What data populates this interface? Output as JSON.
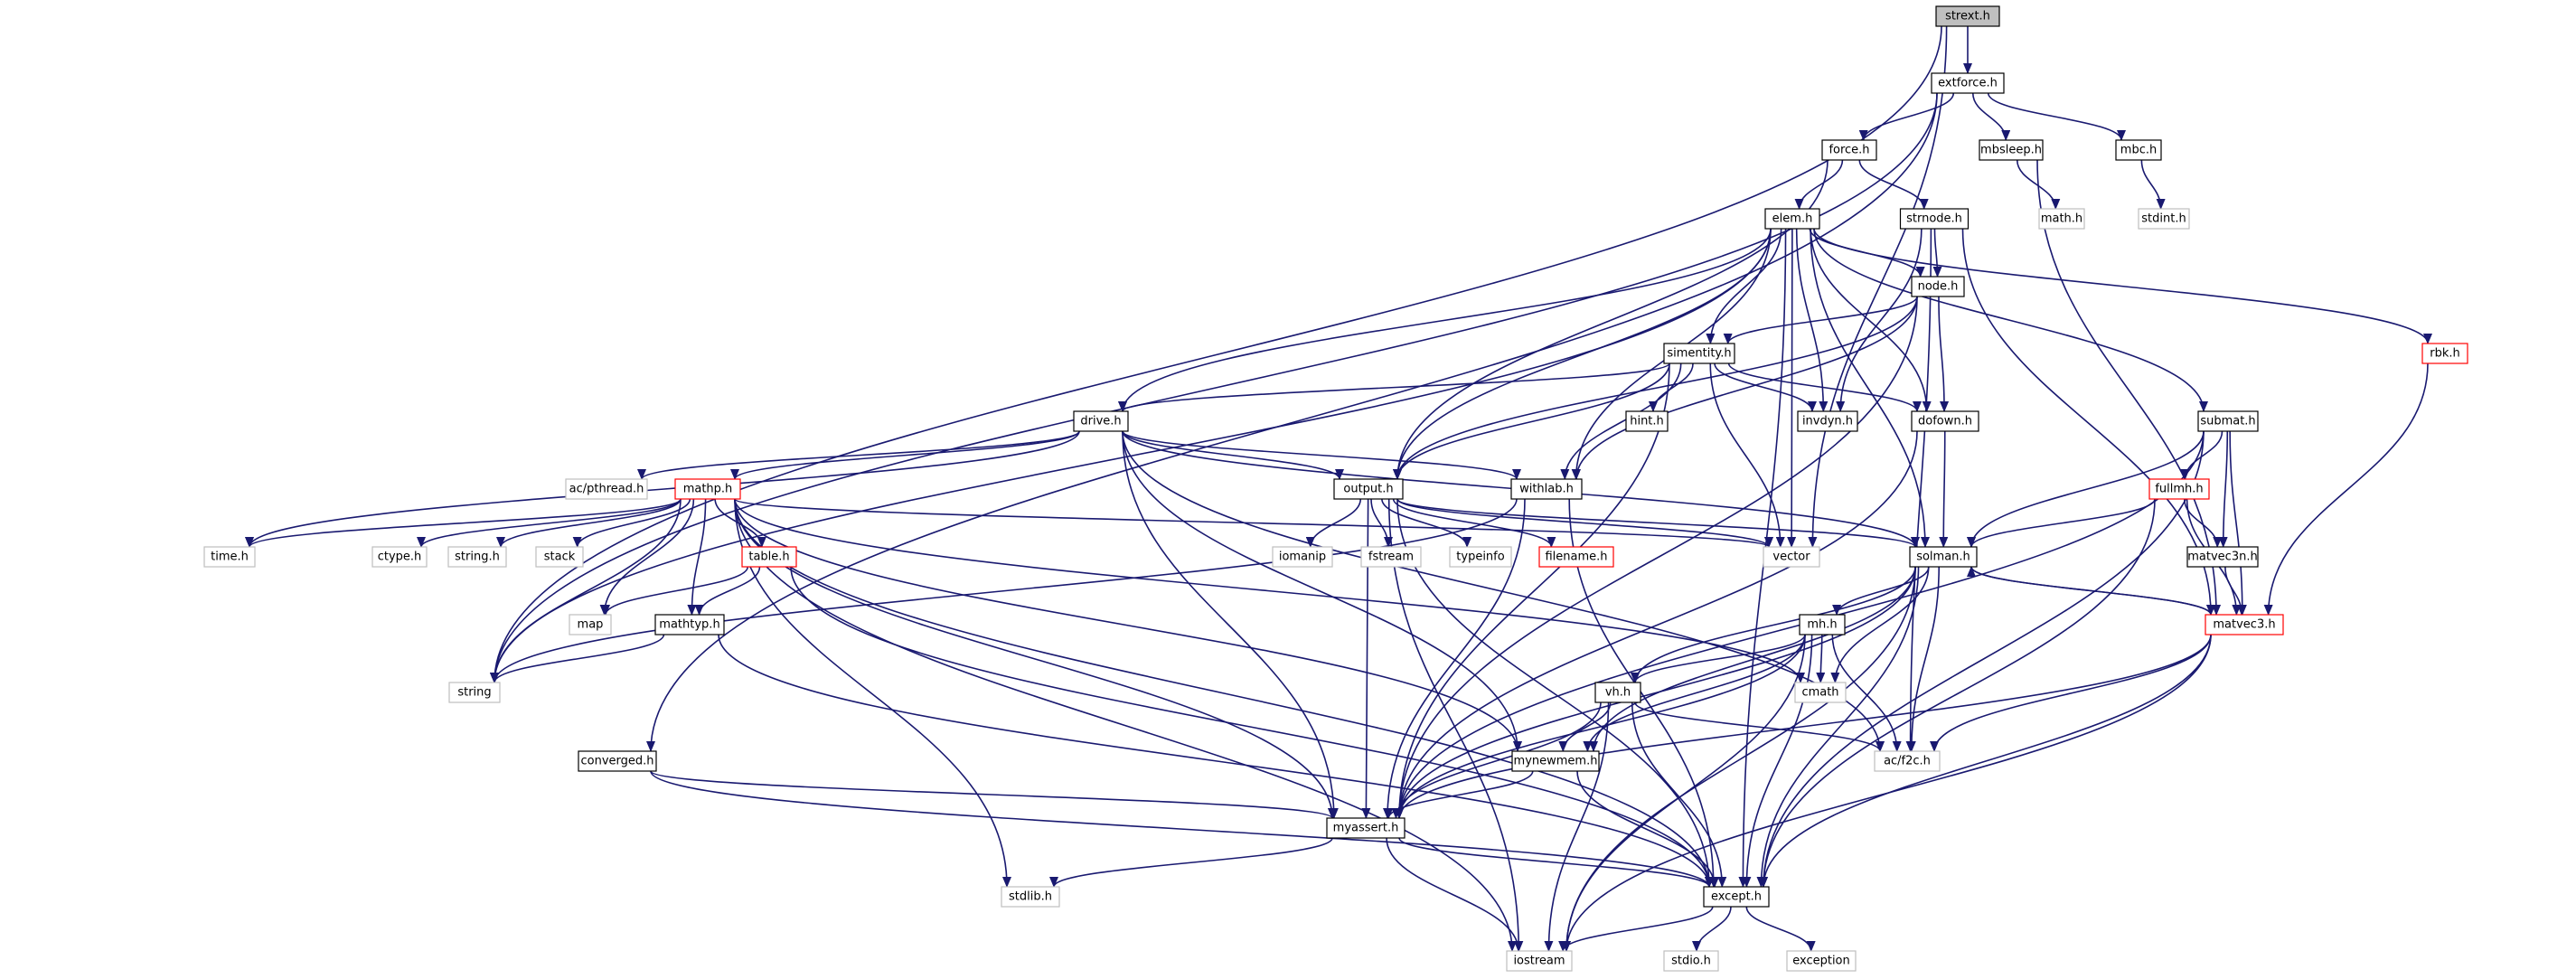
{
  "graph": {
    "colors": {
      "edge": "#191970",
      "border_normal": "#000000",
      "border_truncated": "#ff0000",
      "border_external": "#bfbfbf",
      "root_fill": "#bfbfbf",
      "background": "#ffffff"
    },
    "nodes": [
      {
        "id": "strext",
        "label": "strext.h",
        "kind": "root"
      },
      {
        "id": "extforce",
        "label": "extforce.h",
        "kind": "normal"
      },
      {
        "id": "force",
        "label": "force.h",
        "kind": "normal"
      },
      {
        "id": "mbsleep",
        "label": "mbsleep.h",
        "kind": "normal"
      },
      {
        "id": "mbc",
        "label": "mbc.h",
        "kind": "normal"
      },
      {
        "id": "elem",
        "label": "elem.h",
        "kind": "normal"
      },
      {
        "id": "strnode",
        "label": "strnode.h",
        "kind": "normal"
      },
      {
        "id": "math",
        "label": "math.h",
        "kind": "external"
      },
      {
        "id": "stdint",
        "label": "stdint.h",
        "kind": "external"
      },
      {
        "id": "node",
        "label": "node.h",
        "kind": "normal"
      },
      {
        "id": "simentity",
        "label": "simentity.h",
        "kind": "normal"
      },
      {
        "id": "rbk",
        "label": "rbk.h",
        "kind": "truncated"
      },
      {
        "id": "drive",
        "label": "drive.h",
        "kind": "normal"
      },
      {
        "id": "hint",
        "label": "hint.h",
        "kind": "normal"
      },
      {
        "id": "invdyn",
        "label": "invdyn.h",
        "kind": "normal"
      },
      {
        "id": "dofown",
        "label": "dofown.h",
        "kind": "normal"
      },
      {
        "id": "submat",
        "label": "submat.h",
        "kind": "normal"
      },
      {
        "id": "pthread",
        "label": "ac/pthread.h",
        "kind": "external"
      },
      {
        "id": "mathp",
        "label": "mathp.h",
        "kind": "truncated"
      },
      {
        "id": "output",
        "label": "output.h",
        "kind": "normal"
      },
      {
        "id": "withlab",
        "label": "withlab.h",
        "kind": "normal"
      },
      {
        "id": "fullmh",
        "label": "fullmh.h",
        "kind": "truncated"
      },
      {
        "id": "time",
        "label": "time.h",
        "kind": "external"
      },
      {
        "id": "ctype",
        "label": "ctype.h",
        "kind": "external"
      },
      {
        "id": "string_h",
        "label": "string.h",
        "kind": "external"
      },
      {
        "id": "stack",
        "label": "stack",
        "kind": "external"
      },
      {
        "id": "table",
        "label": "table.h",
        "kind": "truncated"
      },
      {
        "id": "iomanip",
        "label": "iomanip",
        "kind": "external"
      },
      {
        "id": "fstream",
        "label": "fstream",
        "kind": "external"
      },
      {
        "id": "typeinfo",
        "label": "typeinfo",
        "kind": "external"
      },
      {
        "id": "filename",
        "label": "filename.h",
        "kind": "truncated"
      },
      {
        "id": "vector",
        "label": "vector",
        "kind": "external"
      },
      {
        "id": "solman",
        "label": "solman.h",
        "kind": "normal"
      },
      {
        "id": "matvec3n",
        "label": "matvec3n.h",
        "kind": "normal"
      },
      {
        "id": "map",
        "label": "map",
        "kind": "external"
      },
      {
        "id": "mathtyp",
        "label": "mathtyp.h",
        "kind": "normal"
      },
      {
        "id": "mh",
        "label": "mh.h",
        "kind": "normal"
      },
      {
        "id": "matvec3",
        "label": "matvec3.h",
        "kind": "truncated"
      },
      {
        "id": "string",
        "label": "string",
        "kind": "external"
      },
      {
        "id": "cmath",
        "label": "cmath",
        "kind": "external"
      },
      {
        "id": "vh",
        "label": "vh.h",
        "kind": "normal"
      },
      {
        "id": "converged",
        "label": "converged.h",
        "kind": "normal"
      },
      {
        "id": "mynewmem",
        "label": "mynewmem.h",
        "kind": "normal"
      },
      {
        "id": "f2c",
        "label": "ac/f2c.h",
        "kind": "external"
      },
      {
        "id": "myassert",
        "label": "myassert.h",
        "kind": "normal"
      },
      {
        "id": "stdlib",
        "label": "stdlib.h",
        "kind": "external"
      },
      {
        "id": "except",
        "label": "except.h",
        "kind": "normal"
      },
      {
        "id": "iostream",
        "label": "iostream",
        "kind": "external"
      },
      {
        "id": "stdio",
        "label": "stdio.h",
        "kind": "external"
      },
      {
        "id": "exception",
        "label": "exception",
        "kind": "external"
      }
    ],
    "edges": [
      [
        "strext",
        "extforce"
      ],
      [
        "strext",
        "string"
      ],
      [
        "strext",
        "vector"
      ],
      [
        "extforce",
        "force"
      ],
      [
        "extforce",
        "mbsleep"
      ],
      [
        "extforce",
        "mbc"
      ],
      [
        "extforce",
        "string"
      ],
      [
        "extforce",
        "converged"
      ],
      [
        "force",
        "elem"
      ],
      [
        "force",
        "strnode"
      ],
      [
        "force",
        "output"
      ],
      [
        "mbsleep",
        "math"
      ],
      [
        "mbsleep",
        "matvec3"
      ],
      [
        "mbc",
        "stdint"
      ],
      [
        "elem",
        "node"
      ],
      [
        "elem",
        "simentity"
      ],
      [
        "elem",
        "drive"
      ],
      [
        "elem",
        "output"
      ],
      [
        "elem",
        "withlab"
      ],
      [
        "elem",
        "invdyn"
      ],
      [
        "elem",
        "dofown"
      ],
      [
        "elem",
        "submat"
      ],
      [
        "elem",
        "rbk"
      ],
      [
        "elem",
        "solman"
      ],
      [
        "elem",
        "vector"
      ],
      [
        "elem",
        "except"
      ],
      [
        "elem",
        "string"
      ],
      [
        "strnode",
        "node"
      ],
      [
        "strnode",
        "invdyn"
      ],
      [
        "strnode",
        "matvec3"
      ],
      [
        "strnode",
        "f2c"
      ],
      [
        "node",
        "simentity"
      ],
      [
        "node",
        "dofown"
      ],
      [
        "node",
        "withlab"
      ],
      [
        "node",
        "output"
      ],
      [
        "node",
        "myassert"
      ],
      [
        "simentity",
        "drive"
      ],
      [
        "simentity",
        "output"
      ],
      [
        "simentity",
        "withlab"
      ],
      [
        "simentity",
        "hint"
      ],
      [
        "simentity",
        "invdyn"
      ],
      [
        "simentity",
        "dofown"
      ],
      [
        "simentity",
        "vector"
      ],
      [
        "simentity",
        "myassert"
      ],
      [
        "rbk",
        "matvec3"
      ],
      [
        "drive",
        "mathp"
      ],
      [
        "drive",
        "output"
      ],
      [
        "drive",
        "withlab"
      ],
      [
        "drive",
        "solman"
      ],
      [
        "drive",
        "pthread"
      ],
      [
        "drive",
        "time"
      ],
      [
        "drive",
        "myassert"
      ],
      [
        "drive",
        "mynewmem"
      ],
      [
        "drive",
        "f2c"
      ],
      [
        "dofown",
        "myassert"
      ],
      [
        "dofown",
        "solman"
      ],
      [
        "submat",
        "solman"
      ],
      [
        "submat",
        "fullmh"
      ],
      [
        "submat",
        "matvec3n"
      ],
      [
        "submat",
        "matvec3"
      ],
      [
        "submat",
        "myassert"
      ],
      [
        "submat",
        "except"
      ],
      [
        "mathp",
        "table"
      ],
      [
        "mathp",
        "mathtyp"
      ],
      [
        "mathp",
        "time"
      ],
      [
        "mathp",
        "ctype"
      ],
      [
        "mathp",
        "string_h"
      ],
      [
        "mathp",
        "stack"
      ],
      [
        "mathp",
        "map"
      ],
      [
        "mathp",
        "string"
      ],
      [
        "mathp",
        "vector"
      ],
      [
        "mathp",
        "cmath"
      ],
      [
        "mathp",
        "iostream"
      ],
      [
        "mathp",
        "stdlib"
      ],
      [
        "mathp",
        "except"
      ],
      [
        "mathp",
        "myassert"
      ],
      [
        "mathp",
        "mynewmem"
      ],
      [
        "output",
        "solman"
      ],
      [
        "output",
        "iomanip"
      ],
      [
        "output",
        "fstream"
      ],
      [
        "output",
        "typeinfo"
      ],
      [
        "output",
        "filename"
      ],
      [
        "output",
        "vector"
      ],
      [
        "output",
        "iostream"
      ],
      [
        "output",
        "myassert"
      ],
      [
        "output",
        "except"
      ],
      [
        "withlab",
        "string"
      ],
      [
        "withlab",
        "myassert"
      ],
      [
        "withlab",
        "except"
      ],
      [
        "fullmh",
        "solman"
      ],
      [
        "fullmh",
        "matvec3n"
      ],
      [
        "fullmh",
        "matvec3"
      ],
      [
        "fullmh",
        "except"
      ],
      [
        "table",
        "map"
      ],
      [
        "table",
        "mathtyp"
      ],
      [
        "table",
        "except"
      ],
      [
        "solman",
        "mh"
      ],
      [
        "solman",
        "vh"
      ],
      [
        "solman",
        "matvec3"
      ],
      [
        "solman",
        "cmath"
      ],
      [
        "solman",
        "mynewmem"
      ],
      [
        "solman",
        "f2c"
      ],
      [
        "solman",
        "myassert"
      ],
      [
        "solman",
        "except"
      ],
      [
        "solman",
        "iostream"
      ],
      [
        "matvec3n",
        "matvec3"
      ],
      [
        "mathtyp",
        "string"
      ],
      [
        "mathtyp",
        "except"
      ],
      [
        "mh",
        "vh"
      ],
      [
        "mh",
        "cmath"
      ],
      [
        "mh",
        "f2c"
      ],
      [
        "mh",
        "mynewmem"
      ],
      [
        "mh",
        "myassert"
      ],
      [
        "mh",
        "except"
      ],
      [
        "mh",
        "iostream"
      ],
      [
        "matvec3",
        "solman"
      ],
      [
        "matvec3",
        "f2c"
      ],
      [
        "matvec3",
        "myassert"
      ],
      [
        "matvec3",
        "except"
      ],
      [
        "matvec3",
        "iostream"
      ],
      [
        "vh",
        "mynewmem"
      ],
      [
        "vh",
        "f2c"
      ],
      [
        "vh",
        "myassert"
      ],
      [
        "vh",
        "except"
      ],
      [
        "vh",
        "iostream"
      ],
      [
        "converged",
        "myassert"
      ],
      [
        "converged",
        "except"
      ],
      [
        "mynewmem",
        "myassert"
      ],
      [
        "mynewmem",
        "except"
      ],
      [
        "myassert",
        "except"
      ],
      [
        "myassert",
        "stdlib"
      ],
      [
        "myassert",
        "iostream"
      ],
      [
        "except",
        "iostream"
      ],
      [
        "except",
        "stdio"
      ],
      [
        "except",
        "exception"
      ]
    ]
  }
}
